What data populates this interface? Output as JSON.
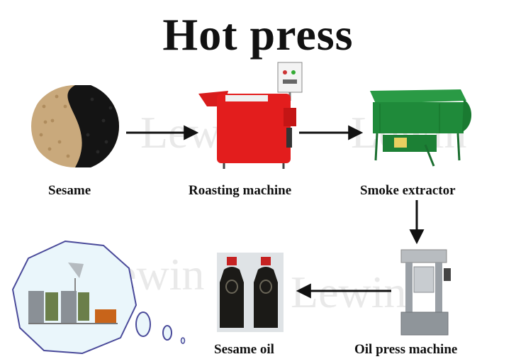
{
  "title": "Hot press",
  "watermark": "Lewin",
  "steps": {
    "sesame": "Sesame",
    "roasting": "Roasting machine",
    "smoke": "Smoke extractor",
    "press": "Oil press machine",
    "oil": "Sesame oil"
  },
  "colors": {
    "arrow": "#111111",
    "roaster_red": "#e31d1d",
    "extractor_green": "#1f8a3a",
    "press_steel": "#9aa0a6",
    "oil_dark": "#1b1a17",
    "bubble_border": "#4a4a9a",
    "bubble_fill": "#eaf6fb"
  },
  "icons": [
    "sesame-seeds-image",
    "roasting-machine-image",
    "smoke-extractor-image",
    "oil-press-image",
    "sesame-oil-bottles-image",
    "factory-line-image"
  ]
}
